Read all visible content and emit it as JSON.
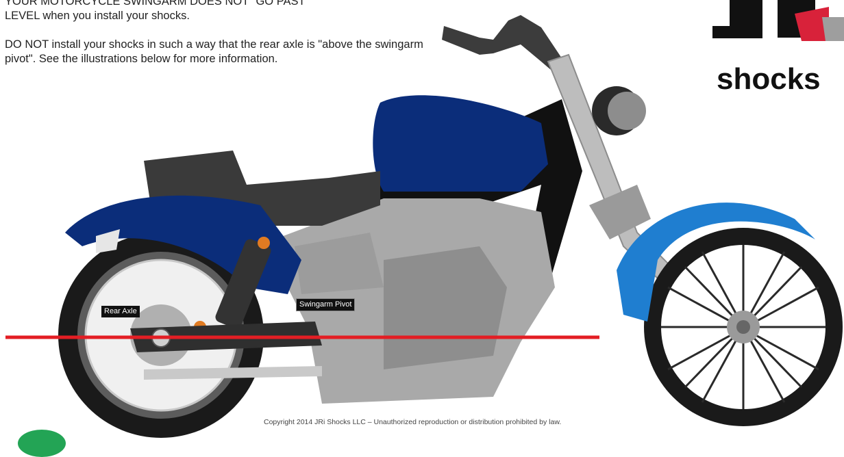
{
  "instructions": {
    "paragraph_1_line_1": "YOUR MOTORCYCLE SWINGARM DOES NOT \"GO PAST\"",
    "paragraph_1_line_2": "LEVEL when you install your shocks.",
    "paragraph_2": "DO NOT install your shocks in such a way that the rear axle is \"above the swingarm pivot\". See the illustrations below for more information."
  },
  "logo": {
    "wordmark": "shocks",
    "letters": "JRi"
  },
  "labels": {
    "rear_axle": "Rear Axle",
    "swingarm_pivot": "Swingarm Pivot"
  },
  "copyright": "Copyright 2014 JRi Shocks LLC – Unauthorized reproduction or distribution prohibited by law.",
  "colors": {
    "level_line": "#e31e24",
    "tank_fender": "#0b2d7a",
    "front_fender": "#1f7ed0",
    "engine": "#a9a9a9",
    "frame": "#111111",
    "seat": "#3a3a3a",
    "badge": "#23a455"
  }
}
